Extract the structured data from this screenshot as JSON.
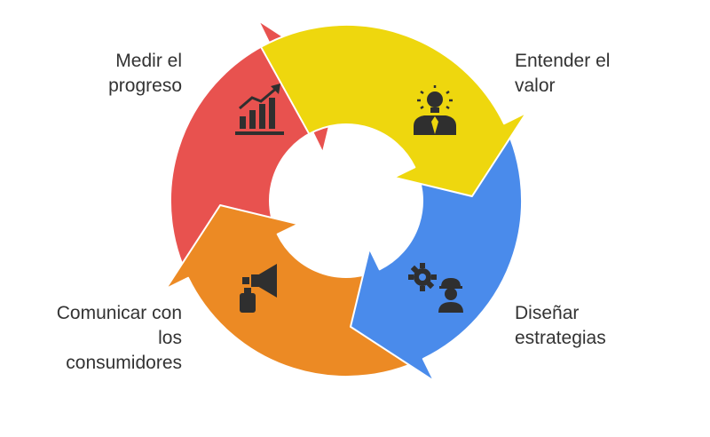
{
  "cycle": {
    "segments": [
      {
        "id": "medir",
        "lines": [
          "Medir el",
          "progreso"
        ],
        "color": "#E8524F",
        "icon": "growth-chart-icon"
      },
      {
        "id": "entender",
        "lines": [
          "Entender el",
          "valor"
        ],
        "color": "#EED70E",
        "icon": "lightbulb-person-icon"
      },
      {
        "id": "disenar",
        "lines": [
          "Diseñar",
          "estrategias"
        ],
        "color": "#4A8BEB",
        "icon": "gear-worker-icon"
      },
      {
        "id": "comunicar",
        "lines": [
          "Comunicar con",
          "los",
          "consumidores"
        ],
        "color": "#EC8A24",
        "icon": "megaphone-icon"
      }
    ]
  }
}
